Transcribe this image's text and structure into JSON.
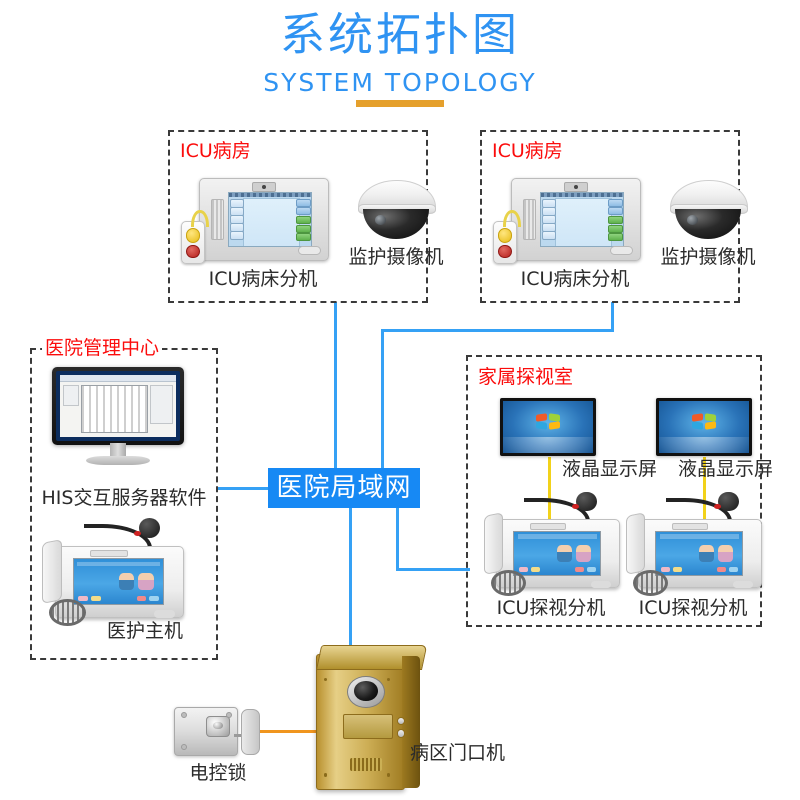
{
  "title": {
    "cn": "系统拓扑图",
    "en": "SYSTEM TOPOLOGY",
    "accent_color": "#2f93f2",
    "rule_color": "#e5a02c"
  },
  "colors": {
    "link_blue": "#35a1f5",
    "node_blue": "#1789f4",
    "group_label_red": "#fb0c0c",
    "power_orange": "#f0951e",
    "video_yellow": "#f2d21a"
  },
  "network_node": {
    "label": "医院局域网"
  },
  "groups": [
    {
      "id": "icu-ward-left",
      "label": "ICU病房",
      "devices": [
        {
          "name": "ICU病床分机",
          "icon": "icu-bedside-terminal"
        },
        {
          "name": "监护摄像机",
          "icon": "dome-camera"
        },
        {
          "name": "",
          "icon": "pendant-call-button"
        }
      ]
    },
    {
      "id": "icu-ward-right",
      "label": "ICU病房",
      "devices": [
        {
          "name": "ICU病床分机",
          "icon": "icu-bedside-terminal"
        },
        {
          "name": "监护摄像机",
          "icon": "dome-camera"
        },
        {
          "name": "",
          "icon": "pendant-call-button"
        }
      ]
    },
    {
      "id": "hospital-management-center",
      "label": "医院管理中心",
      "devices": [
        {
          "name": "HIS交互服务器软件",
          "icon": "desktop-monitor"
        },
        {
          "name": "医护主机",
          "icon": "nurse-console"
        }
      ]
    },
    {
      "id": "family-visiting-room",
      "label": "家属探视室",
      "devices": [
        {
          "name": "液晶显示屏",
          "icon": "lcd-display"
        },
        {
          "name": "ICU探视分机",
          "icon": "visiting-console"
        },
        {
          "name": "液晶显示屏",
          "icon": "lcd-display"
        },
        {
          "name": "ICU探视分机",
          "icon": "visiting-console"
        }
      ]
    }
  ],
  "standalone_devices": [
    {
      "name": "病区门口机",
      "icon": "door-station"
    },
    {
      "name": "电控锁",
      "icon": "electric-lock"
    }
  ],
  "labels": {
    "icu_ward_left": "ICU病房",
    "icu_ward_right": "ICU病房",
    "management_center": "医院管理中心",
    "visiting_room": "家属探视室",
    "bedside_left": "ICU病床分机",
    "bedside_right": "ICU病床分机",
    "camera_left": "监护摄像机",
    "camera_right": "监护摄像机",
    "his_server": "HIS交互服务器软件",
    "nurse_console": "医护主机",
    "lcd_left": "液晶显示屏",
    "lcd_right": "液晶显示屏",
    "visiting_left": "ICU探视分机",
    "visiting_right": "ICU探视分机",
    "door_station": "病区门口机",
    "electric_lock": "电控锁"
  }
}
